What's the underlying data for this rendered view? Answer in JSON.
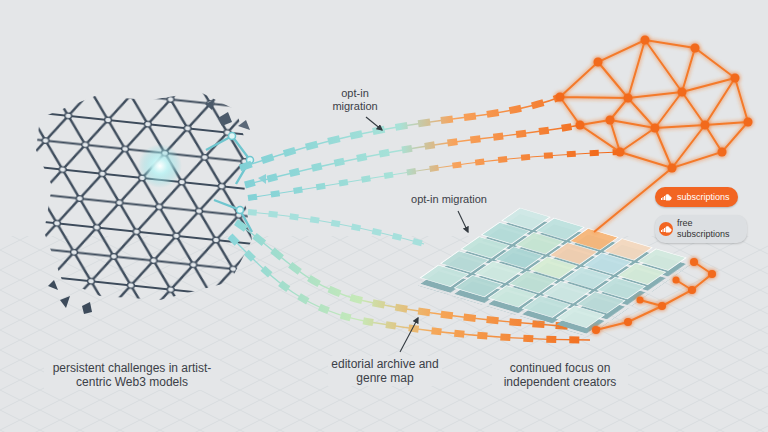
{
  "diagram": {
    "nodes": [
      {
        "text": [
          "subscriptions"
        ]
      },
      {
        "text": [
          "free subscriptions"
        ]
      }
    ],
    "labels": [
      "opt-in migration",
      "opt-in migration",
      "persistent challenges in artist-centric Web3 models",
      "editorial archive and genre map",
      "continued focus on independent creators"
    ]
  }
}
